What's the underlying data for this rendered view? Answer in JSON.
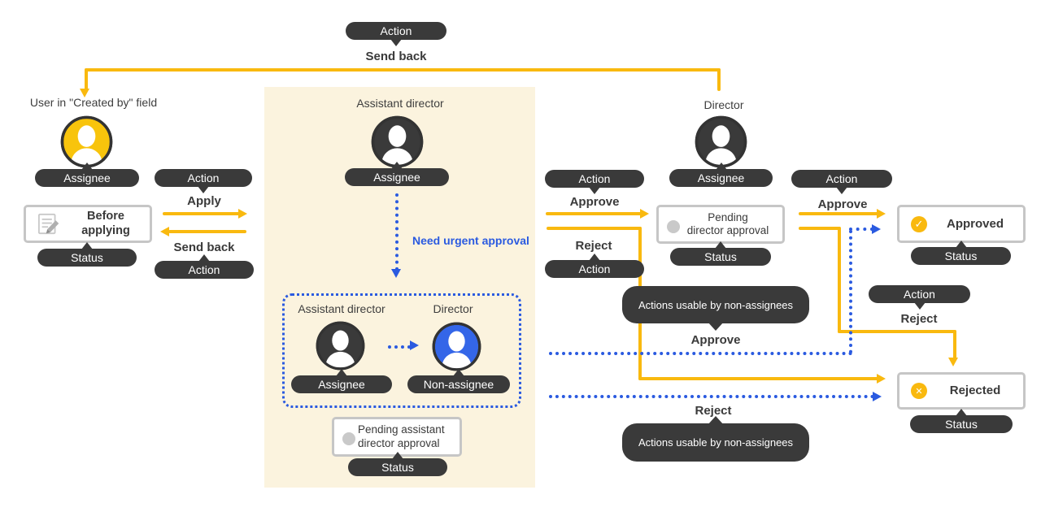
{
  "colors": {
    "yellow": "#F9B90F",
    "dark": "#3A3A3A",
    "blue": "#2A5AE0",
    "blue_avatar": "#3466E8",
    "cream": "#FBF3DE",
    "box_border": "#C6C6C6",
    "gray_dot": "#C9C9C9",
    "text": "#3A3A3A"
  },
  "top": {
    "action": "Action",
    "send_back": "Send back"
  },
  "created_by": {
    "title": "User in \"Created by\" field",
    "assignee": "Assignee",
    "status_line1": "Before",
    "status_line2": "applying",
    "status": "Status"
  },
  "apply_group": {
    "action_top": "Action",
    "apply": "Apply",
    "send_back": "Send back",
    "action_bottom": "Action"
  },
  "assistant": {
    "title": "Assistant director",
    "assignee": "Assignee",
    "urgent": "Need urgent approval",
    "inner_assistant": "Assistant director",
    "inner_director": "Director",
    "inner_assignee": "Assignee",
    "inner_non_assignee": "Non-assignee",
    "status_line1": "Pending assistant",
    "status_line2": "director approval",
    "status": "Status"
  },
  "approve_left": {
    "action": "Action",
    "approve": "Approve",
    "reject": "Reject",
    "action_bottom": "Action"
  },
  "director": {
    "title": "Director",
    "assignee": "Assignee",
    "status_line1": "Pending",
    "status_line2": "director approval",
    "status": "Status"
  },
  "approve_right": {
    "action": "Action",
    "approve": "Approve"
  },
  "reject_right": {
    "action": "Action",
    "reject": "Reject"
  },
  "approved": {
    "label": "Approved",
    "status": "Status",
    "check_glyph": "✓"
  },
  "rejected": {
    "label": "Rejected",
    "status": "Status",
    "x_glyph": "✕"
  },
  "non_assignee": {
    "approve": "Approve",
    "tooltip_approve": "Actions usable by non-assignees",
    "reject": "Reject",
    "tooltip_reject": "Actions usable by non-assignees"
  },
  "icons": {
    "avatar": "person-silhouette",
    "before_applying": "document-edit",
    "pending": "gray-dot",
    "approved": "check-circle",
    "rejected": "x-circle"
  }
}
